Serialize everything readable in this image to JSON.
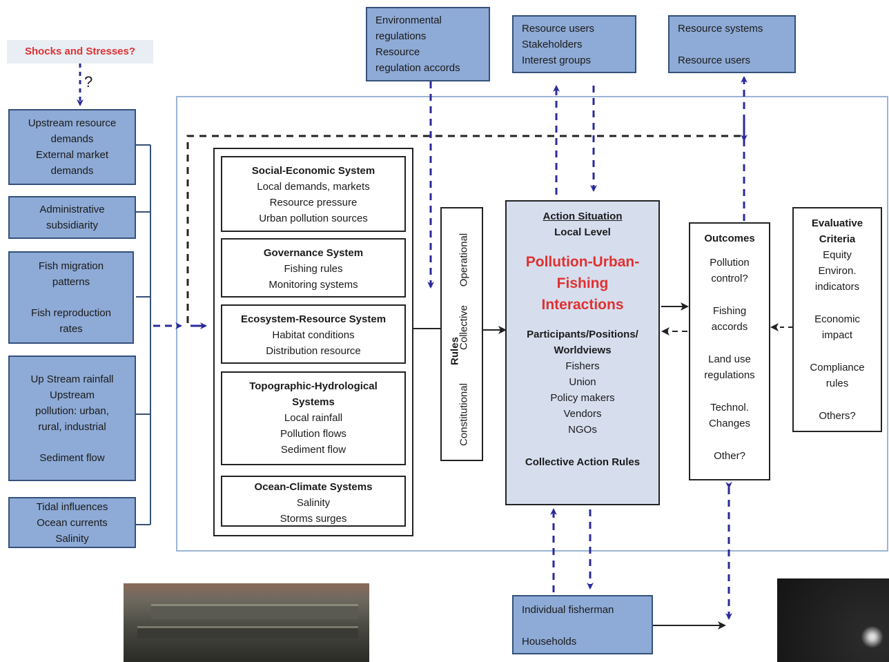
{
  "shocks": {
    "label": "Shocks and Stresses?",
    "question": "?"
  },
  "left_boxes": [
    {
      "lines": [
        "Upstream resource",
        "demands",
        "External market",
        "demands"
      ]
    },
    {
      "lines": [
        "Administrative",
        "subsidiarity"
      ]
    },
    {
      "lines": [
        "Fish migration",
        "patterns",
        "",
        "Fish reproduction",
        "rates"
      ]
    },
    {
      "lines": [
        "Up Stream rainfall",
        "Upstream",
        "pollution: urban,",
        "rural, industrial",
        "",
        "Sediment flow"
      ]
    },
    {
      "lines": [
        "Tidal influences",
        "Ocean currents",
        "Salinity"
      ]
    }
  ],
  "top_boxes": [
    {
      "lines": [
        "Environmental",
        "regulations",
        "Resource",
        "regulation accords"
      ]
    },
    {
      "lines": [
        "Resource users",
        "Stakeholders",
        "Interest groups"
      ]
    },
    {
      "lines": [
        "Resource systems",
        "",
        "Resource users"
      ]
    }
  ],
  "systems": [
    {
      "title": "Social-Economic System",
      "lines": [
        "Local demands, markets",
        "Resource pressure",
        "Urban pollution sources"
      ]
    },
    {
      "title": "Governance System",
      "lines": [
        "Fishing rules",
        "Monitoring systems"
      ]
    },
    {
      "title": "Ecosystem-Resource System",
      "lines": [
        "Habitat conditions",
        "Distribution resource"
      ]
    },
    {
      "title": "Topographic-Hydrological Systems",
      "lines": [
        "Local rainfall",
        "Pollution flows",
        "Sediment flow"
      ]
    },
    {
      "title": "Ocean-Climate Systems",
      "lines": [
        "Salinity",
        "Storms surges"
      ]
    }
  ],
  "rules": {
    "title": "Rules",
    "levels": [
      "Constitutional",
      "Collective",
      "Operational"
    ]
  },
  "action": {
    "title": "Action Situation",
    "level": "Local Level",
    "focus_lines": [
      "Pollution-Urban-",
      "Fishing",
      "Interactions"
    ],
    "participants_title_lines": [
      "Participants/Positions/",
      "Worldviews"
    ],
    "participants": [
      "Fishers",
      "Union",
      "Policy makers",
      "Vendors",
      "NGOs"
    ],
    "footer": "Collective Action Rules"
  },
  "outcomes": {
    "title": "Outcomes",
    "items": [
      [
        "Pollution",
        "control?"
      ],
      [
        "Fishing",
        "accords"
      ],
      [
        "Land use",
        "regulations"
      ],
      [
        "Technol.",
        "Changes"
      ],
      [
        "Other?"
      ]
    ]
  },
  "evaluative": {
    "title_lines": [
      "Evaluative",
      "Criteria"
    ],
    "items": [
      [
        "Equity",
        "Environ.",
        "indicators"
      ],
      [
        "Economic",
        "impact"
      ],
      [
        "Compliance",
        "rules"
      ],
      [
        "Others?"
      ]
    ]
  },
  "bottom_box": {
    "lines": [
      "Individual fisherman",
      "",
      "Households"
    ]
  },
  "colors": {
    "box_fill": "#8eaad6",
    "box_border": "#34507a",
    "arrow_blue": "#2a2a9a",
    "focus_red": "#e03030",
    "action_fill": "#d6deee"
  }
}
